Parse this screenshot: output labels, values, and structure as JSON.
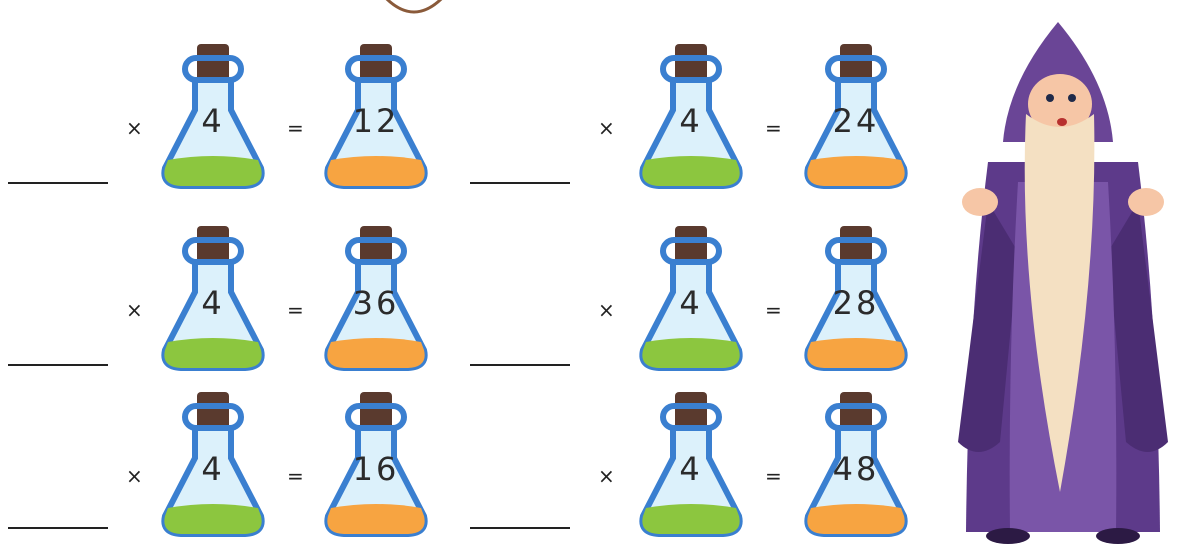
{
  "worksheet": {
    "multiply_symbol": "×",
    "equals_symbol": "=",
    "rows": [
      {
        "multiplier": "4",
        "product": "12"
      },
      {
        "multiplier": "4",
        "product": "24"
      },
      {
        "multiplier": "4",
        "product": "36"
      },
      {
        "multiplier": "4",
        "product": "28"
      },
      {
        "multiplier": "4",
        "product": "16"
      },
      {
        "multiplier": "4",
        "product": "48"
      }
    ]
  },
  "colors": {
    "flask_outline": "#3a7fd0",
    "glass": "#dcf1fb",
    "cork": "#5a3a2e",
    "green_liquid": "#8cc63f",
    "orange_liquid": "#f7a441",
    "wizard_robe": "#5d3a8a",
    "wizard_beard": "#f4e0c2"
  }
}
